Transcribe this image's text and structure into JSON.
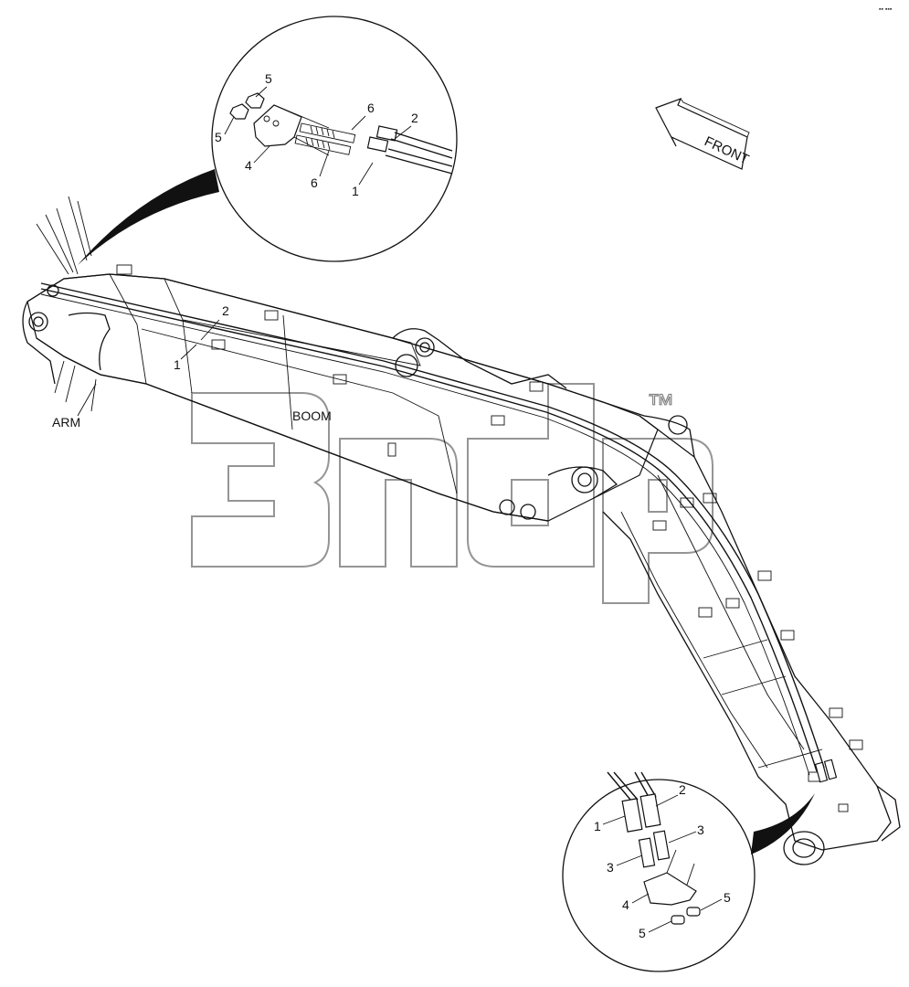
{
  "watermark": {
    "text": "3ndp",
    "trademark": "™"
  },
  "corner_mark": "▪▪ ▪▪▪",
  "direction_arrow": {
    "label": "FRONT"
  },
  "main_labels": {
    "arm": "ARM",
    "boom": "BOOM",
    "hose_1": "1",
    "hose_2": "2"
  },
  "detail_top": {
    "callouts": {
      "a5": "5",
      "b5": "5",
      "c4": "4",
      "d6": "6",
      "e6": "6",
      "f2": "2",
      "g1": "1"
    }
  },
  "detail_bottom": {
    "callouts": {
      "a1": "1",
      "b2": "2",
      "c3": "3",
      "d3": "3",
      "e4": "4",
      "f5": "5",
      "g5": "5"
    }
  },
  "icons": [
    "direction-arrow-icon",
    "callout-leader-icon"
  ]
}
